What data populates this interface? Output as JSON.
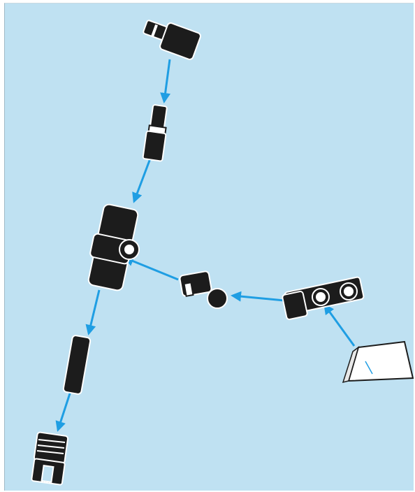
{
  "diagram": {
    "background": "#bfe1f2",
    "arrow_color": "#1f9ee3",
    "part_color": "#1c1c1c",
    "part_outline": "#ffffff",
    "parts": [
      {
        "name": "top-connector-part",
        "icon": "angled-connector"
      },
      {
        "name": "pin-adapter-part",
        "icon": "pin-adapter"
      },
      {
        "name": "t-junction-part",
        "icon": "t-junction"
      },
      {
        "name": "ball-joint-part",
        "icon": "ball-joint"
      },
      {
        "name": "mounting-plate-part",
        "icon": "plate-with-two-holes"
      },
      {
        "name": "wedge-block-part",
        "icon": "white-wedge-block"
      },
      {
        "name": "rod-part",
        "icon": "straight-rod"
      },
      {
        "name": "base-part",
        "icon": "ribbed-base"
      }
    ],
    "arrows": [
      {
        "from": "top-connector-part",
        "to": "pin-adapter-part"
      },
      {
        "from": "pin-adapter-part",
        "to": "t-junction-part"
      },
      {
        "from": "ball-joint-part",
        "to": "t-junction-part"
      },
      {
        "from": "mounting-plate-part",
        "to": "ball-joint-part"
      },
      {
        "from": "wedge-block-part",
        "to": "mounting-plate-part"
      },
      {
        "from": "t-junction-part",
        "to": "rod-part"
      },
      {
        "from": "rod-part",
        "to": "base-part"
      }
    ]
  }
}
